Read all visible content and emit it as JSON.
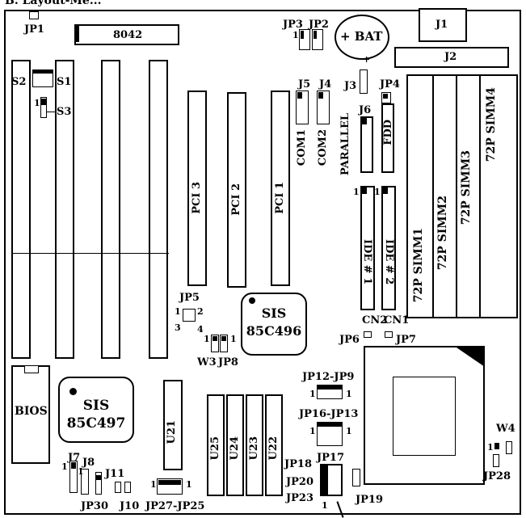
{
  "top_label": "B. Layout-Me...",
  "labels": {
    "jp1": "JP1",
    "chip_8042": "8042",
    "jp3": "JP3",
    "jp2": "JP2",
    "bat": "+ BAT",
    "plus": "+",
    "j1": "J1",
    "j2": "J2",
    "s2": "S2",
    "s1": "S1",
    "s3": "S3",
    "one": "1",
    "j5": "J5",
    "j4": "J4",
    "j3": "J3",
    "jp4": "JP4",
    "j6": "J6",
    "com1": "COM1",
    "com2": "COM2",
    "parallel": "PARALLEL",
    "fdd": "FDD",
    "pci3": "PCI 3",
    "pci2": "PCI 2",
    "pci1": "PCI 1",
    "simm1": "72P SIMM1",
    "simm2": "72P SIMM2",
    "simm3": "72P SIMM3",
    "simm4": "72P SIMM4",
    "ide1": "IDE # 1",
    "ide2": "IDE # 2",
    "jp5": "JP5",
    "jp5_1": "1",
    "jp5_2": "2",
    "jp5_3": "3",
    "jp5_4": "4",
    "sis496_a": "SIS",
    "sis496_b": "85C496",
    "cn2": "CN2",
    "cn1": "CN1",
    "jp6": "JP6",
    "jp7": "JP7",
    "w3": "W3",
    "jp8": "JP8",
    "bios": "BIOS",
    "sis497_a": "SIS",
    "sis497_b": "85C497",
    "u21": "U21",
    "u25": "U25",
    "u24": "U24",
    "u23": "U23",
    "u22": "U22",
    "jp12_jp9": "JP12-JP9",
    "jp16_jp13": "JP16-JP13",
    "jp18": "JP18",
    "jp17": "JP17",
    "jp20": "JP20",
    "jp23": "JP23",
    "jp19": "JP19",
    "w4": "W4",
    "jp28": "JP28",
    "j7": "J7",
    "j8": "J8",
    "j11": "J11",
    "jp30": "JP30",
    "j10": "J10",
    "jp27_jp25": "JP27-JP25"
  }
}
